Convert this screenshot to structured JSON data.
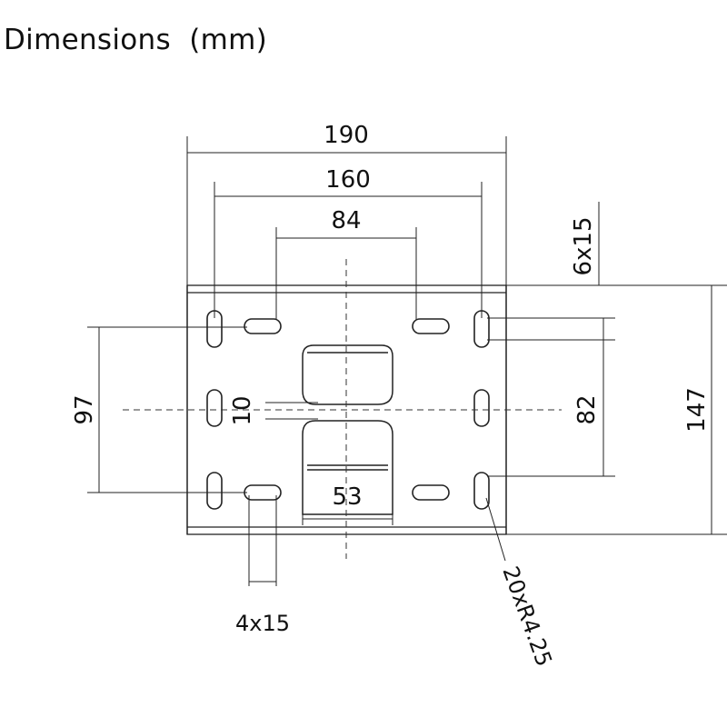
{
  "title": "Dimensions  (mm)",
  "dimensions": {
    "overall_width": "190",
    "outer_slot_spacing": "160",
    "inner_slot_spacing": "84",
    "slot_horizontal_size": "6x15",
    "vertical_slot_pitch": "82",
    "overall_height": "147",
    "horizontal_slot_pitch": "97",
    "center_gap": "10",
    "center_cutout_width": "53",
    "slot_vertical_size": "4x15",
    "corner_radius_note": "20xR4.25"
  }
}
